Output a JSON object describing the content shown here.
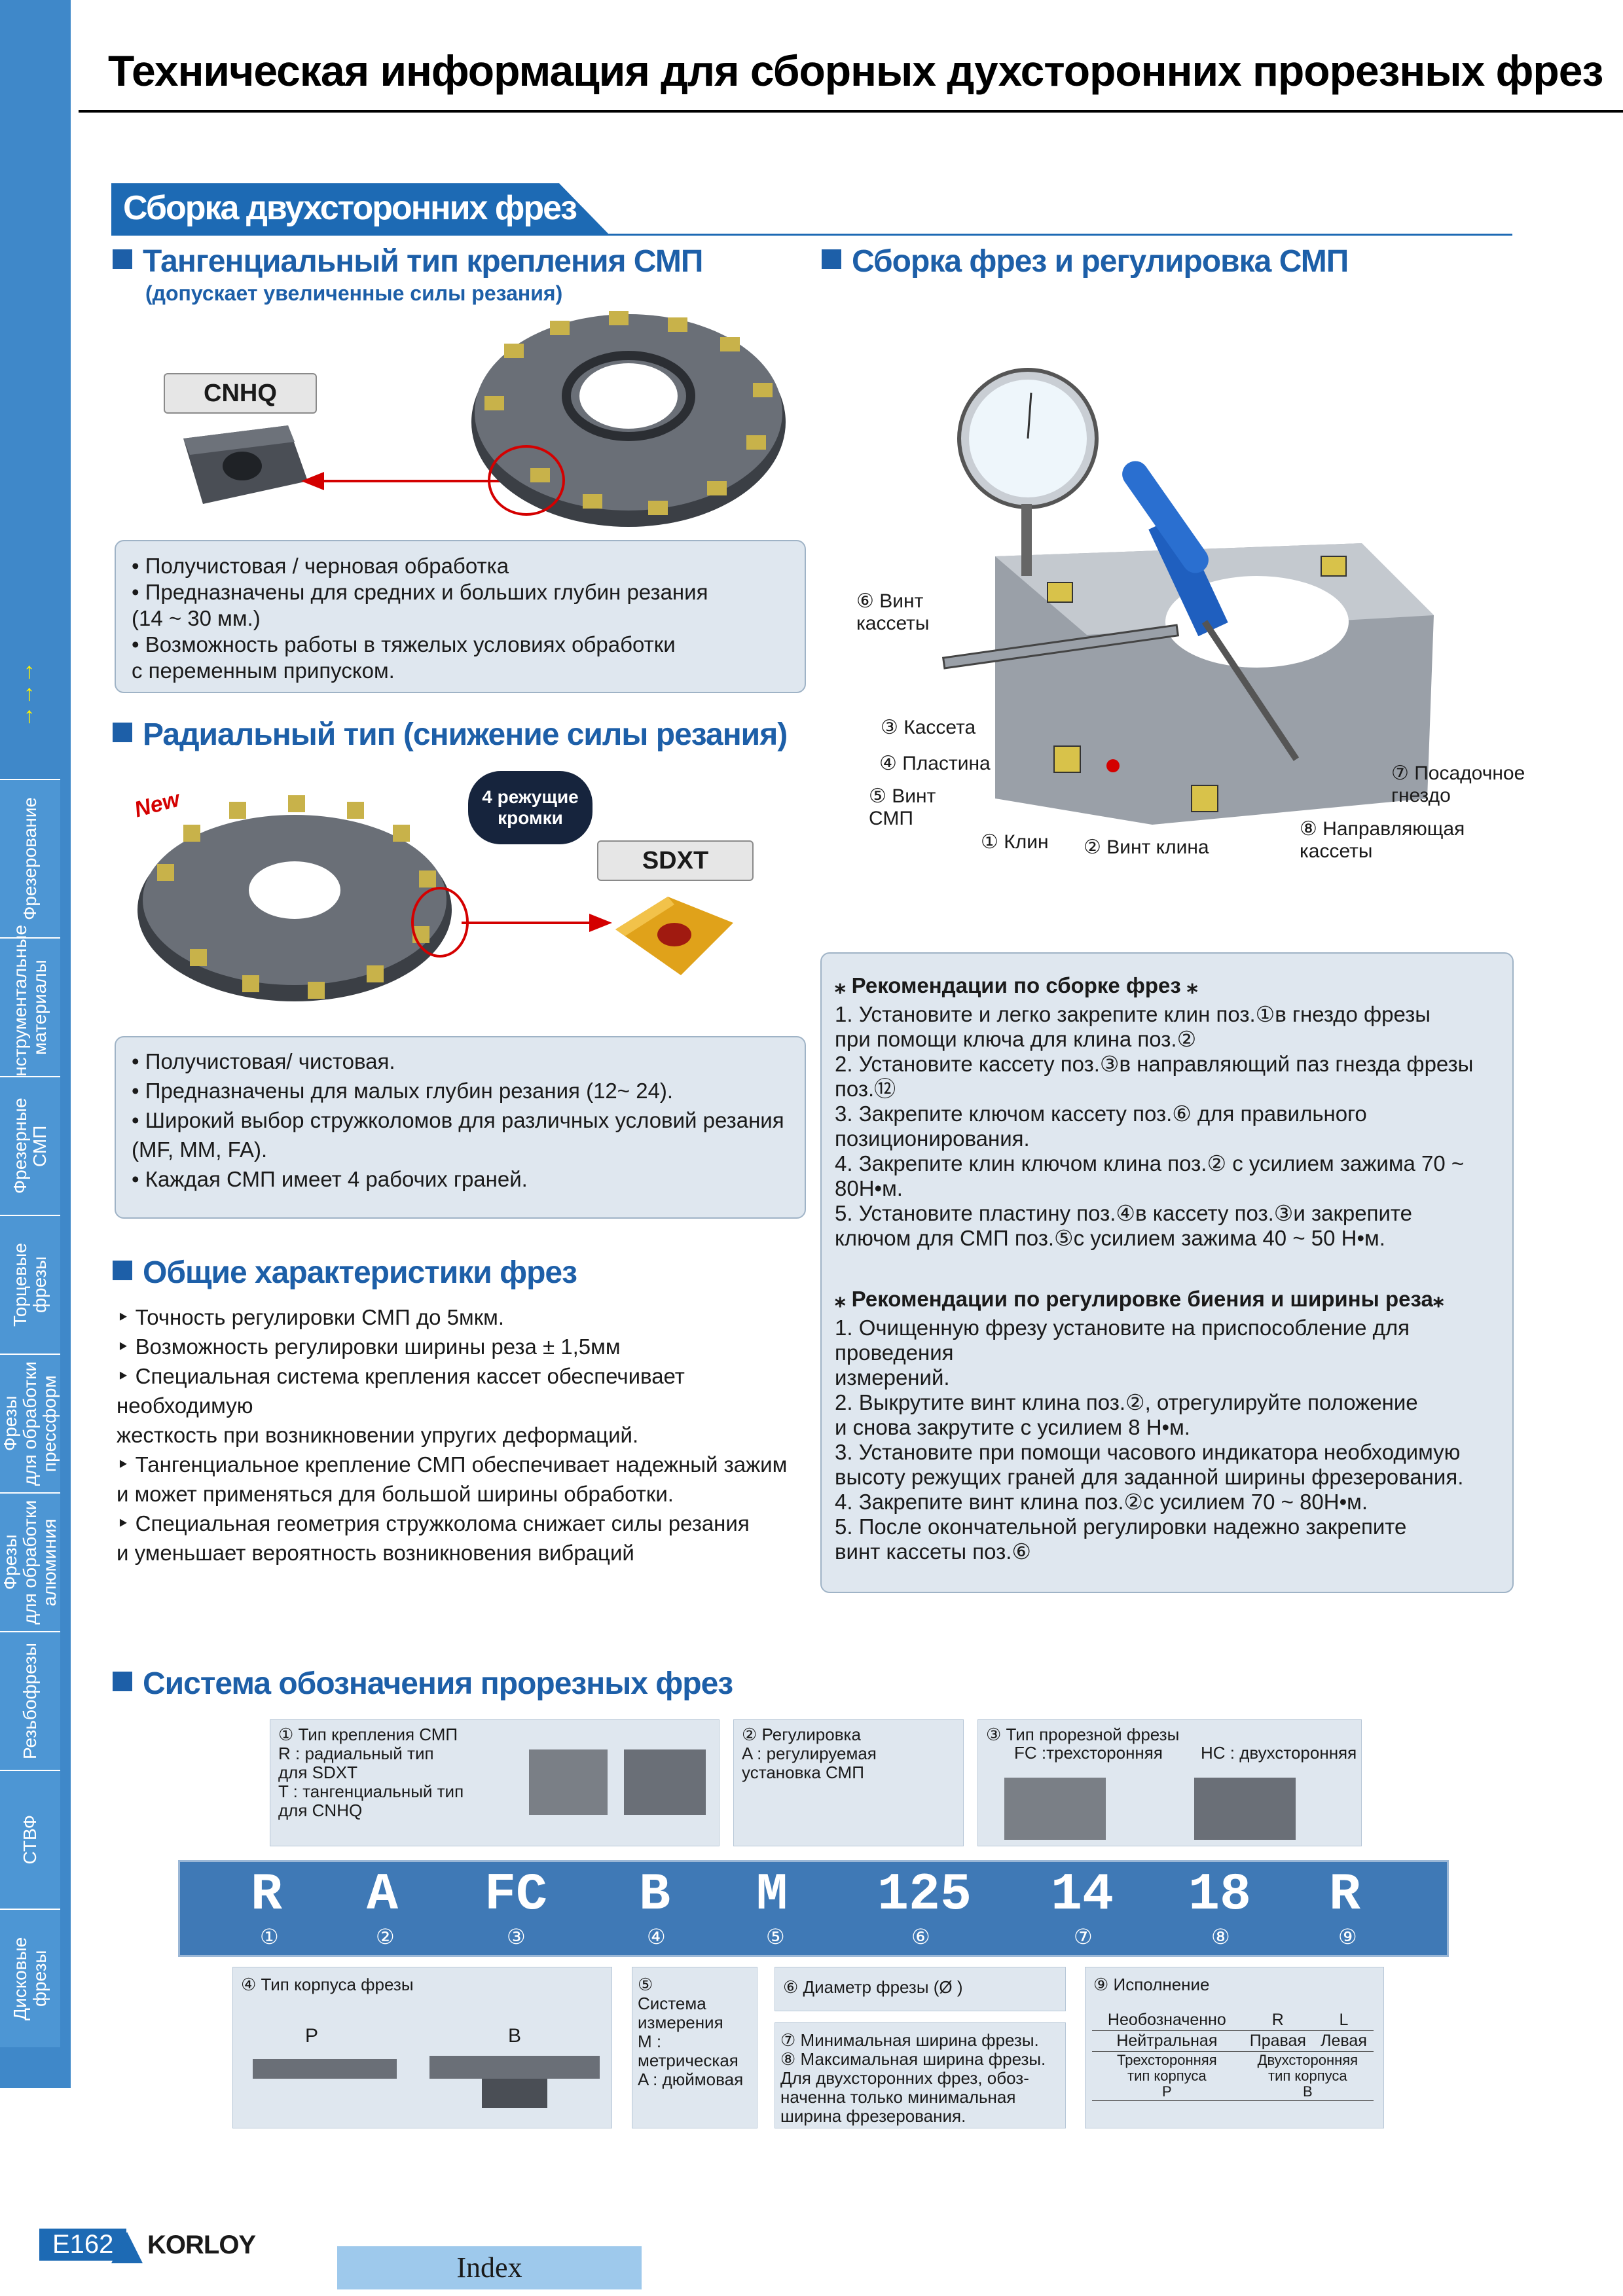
{
  "page_title": "Техническая информация для сборных  духсторонних прорезных фрез",
  "sidebar": {
    "tabs": [
      {
        "label": "Дисковые фрезы",
        "active": false
      },
      {
        "label": "СТВФ",
        "active": false
      },
      {
        "label": "Резьбофрезы",
        "active": false
      },
      {
        "label": "Фрезы\nдля обработки\nалюминия",
        "active": false
      },
      {
        "label": "Фрезы\nдля обработки\nпрессформ",
        "active": false
      },
      {
        "label": "Торцевые фрезы",
        "active": false
      },
      {
        "label": "Фрезерные СМП",
        "active": false
      },
      {
        "label": "Инструментальные\nматериалы",
        "active": false
      },
      {
        "label": "Фрезерование",
        "active": true
      }
    ],
    "arrows": "←←←"
  },
  "banner": "Сборка двухсторонних фрез",
  "tangential": {
    "heading": "Тангенциальный тип крепления СМП",
    "subheading": "(допускает увеличенные силы резания)",
    "insert_label": "CNHQ",
    "bullets": [
      "• Получистовая / черновая обработка",
      "• Предназначены для средних и больших глубин резания",
      "   (14 ~ 30 мм.)",
      "• Возможность работы в тяжелых условиях обработки",
      "   с переменным припуском."
    ]
  },
  "radial": {
    "heading": "Радиальный тип (снижение силы резания)",
    "new_badge": "New",
    "edges_badge": "4 режущие\nкромки",
    "insert_label": "SDXT",
    "bullets": [
      "• Получистовая/ чистовая.",
      "• Предназначены для малых глубин резания (12~ 24).",
      "• Широкий выбор стружколомов для различных условий резания",
      "   (MF, MM, FA).",
      "• Каждая СМП имеет 4 рабочих граней."
    ]
  },
  "general": {
    "heading": "Общие характеристики фрез",
    "bullets": [
      "‣ Точность регулировки СМП до 5мкм.",
      "‣ Возможность регулировки ширины реза ± 1,5мм",
      "‣ Специальная система крепления кассет обеспечивает необходимую",
      "   жесткость при возникновении упругих деформаций.",
      "‣ Тангенциальное крепление СМП обеспечивает надежный зажим",
      "   и может применяться для большой ширины обработки.",
      "‣ Специальная геометрия стружколома снижает силы резания",
      "   и уменьшает вероятность возникновения вибраций"
    ]
  },
  "assembly": {
    "heading": "Сборка фрез и регулировка СМП",
    "labels": [
      "⑥ Винт\n    кассеты",
      "③ Кассета",
      "④ Пластина",
      "⑤ Винт\n    СМП",
      "① Клин",
      "② Винт клина",
      "⑦ Посадочное\n    гнездо",
      "⑧ Направляющая\n    кассеты"
    ]
  },
  "recommendations": {
    "title1": "⁎ Рекомендации по сборке фрез ⁎",
    "steps1": [
      "1. Установите и легко закрепите клин поз.①в гнездо фрезы",
      "    при помощи ключа для клина поз.②",
      "2. Установите кассету поз.③в направляющий паз гнезда фрезы",
      "    поз.⑫",
      "3. Закрепите ключом кассету поз.⑥  для правильного",
      "    позиционирования.",
      "4. Закрепите клин ключом клина поз.② с усилием зажима 70 ~ 80Н•м.",
      "5. Установите пластину поз.④в кассету поз.③и закрепите",
      "    ключом для СМП поз.⑤с усилием зажима 40 ~ 50 Н•м."
    ],
    "title2": "⁎ Рекомендации по регулировке биения и ширины реза⁎",
    "steps2": [
      "1. Очищенную фрезу установите на приспособление для проведения",
      "    измерений.",
      "2. Выкрутите винт клина поз.②, отрегулируйте положение",
      "    и снова закрутите с усилием 8 Н•м.",
      "3. Установите при помощи часового индикатора необходимую",
      "    высоту режущих граней для заданной ширины фрезерования.",
      "4. Закрепите винт клина поз.②с усилием 70 ~ 80Н•м.",
      "5. После окончательной регулировки надежно закрепите",
      "    винт кассеты поз.⑥"
    ]
  },
  "designation": {
    "heading": "Система обозначения прорезных фрез",
    "code": [
      {
        "letter": "R",
        "num": "①"
      },
      {
        "letter": "A",
        "num": "②"
      },
      {
        "letter": "FC",
        "num": "③"
      },
      {
        "letter": "B",
        "num": "④"
      },
      {
        "letter": "M",
        "num": "⑤"
      },
      {
        "letter": "125",
        "num": "⑥"
      },
      {
        "letter": "14",
        "num": "⑦"
      },
      {
        "letter": "18",
        "num": "⑧"
      },
      {
        "letter": "R",
        "num": "⑨"
      }
    ],
    "box1": [
      "① Тип крепления СМП",
      "   R : радиальный тип",
      "   для SDXT",
      "   T : тангенциальный тип",
      "   для CNHQ"
    ],
    "box2": [
      "② Регулировка",
      "   A : регулируемая",
      "   установка СМП"
    ],
    "box3_title": "③ Тип прорезной фрезы",
    "box3_fc": "FC :трехсторонняя",
    "box3_hc": "HC : двухсторонняя",
    "box4_title": "④ Тип корпуса фрезы",
    "box4_p": "P",
    "box4_b": "B",
    "box5": [
      "⑤",
      "Система",
      "измерения",
      "M : метрическая",
      "A : дюймовая"
    ],
    "box6": "⑥ Диаметр фрезы (Ø )",
    "box78": [
      "⑦ Минимальная ширина фрезы.",
      "⑧ Максимальная ширина фрезы.",
      "   Для двухсторонних фрез, обоз-",
      "   наченна только минимальная",
      "   ширина фрезерования."
    ],
    "box9_title": "⑨ Исполнение",
    "box9_table": {
      "row1": [
        "Необозначенно",
        "R",
        "L"
      ],
      "row2": [
        "Нейтральная",
        "Правая",
        "Левая"
      ],
      "row3": [
        "Трехсторонняя\nтип корпуса\nP",
        "Двухсторонняя\nтип корпуса\nB"
      ]
    }
  },
  "footer": {
    "page": "E162",
    "logo": "KORLOY",
    "index": "Index"
  },
  "colors": {
    "accent": "#1d6ab4",
    "sidebar": "#3f88c9",
    "highlight": "#fff200",
    "box_bg": "#dfe7ef"
  }
}
